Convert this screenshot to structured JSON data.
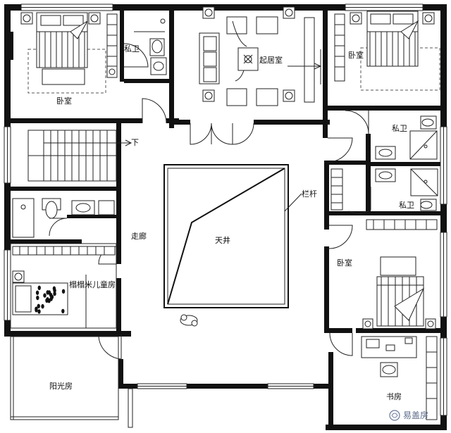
{
  "rooms": {
    "bedroom_nw": "卧室",
    "bath_n": "私卫",
    "living": "起居室",
    "bedroom_ne": "卧室",
    "bath_e1": "私卫",
    "bath_e2": "私卫",
    "stairs_down": "下",
    "railing": "栏杆",
    "atrium": "天井",
    "corridor": "走廊",
    "kids_room": "榻榻米儿童房",
    "bedroom_se": "卧室",
    "sunroom": "阳光房",
    "study": "书房"
  },
  "watermark": "易盖房"
}
